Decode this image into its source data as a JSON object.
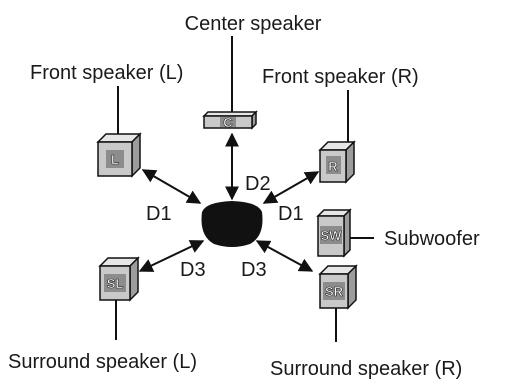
{
  "labels": {
    "center": "Center speaker",
    "front_left": "Front speaker (L)",
    "front_right": "Front speaker (R)",
    "subwoofer": "Subwoofer",
    "surround_left": "Surround speaker (L)",
    "surround_right": "Surround speaker (R)"
  },
  "speakers": {
    "center": "C",
    "front_left": "L",
    "front_right": "R",
    "subwoofer": "SW",
    "surround_left": "SL",
    "surround_right": "SR"
  },
  "distances": {
    "front_left": "D1",
    "center": "D2",
    "front_right": "D1",
    "surround_left": "D3",
    "surround_right": "D3"
  }
}
